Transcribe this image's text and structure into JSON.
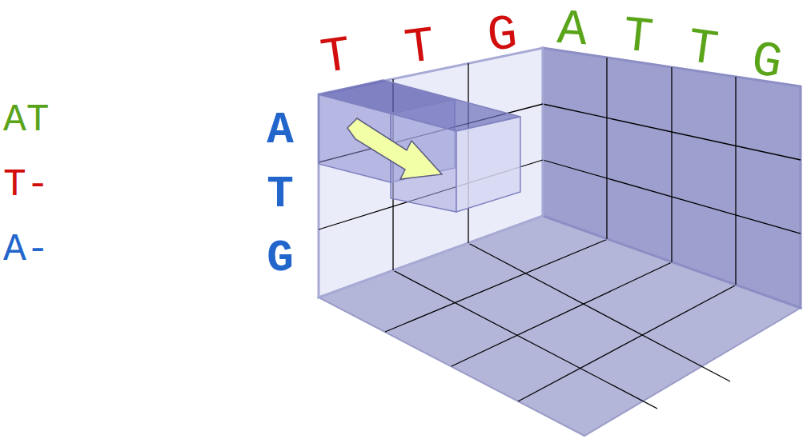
{
  "diagram": {
    "labels": [
      "AT",
      "T-",
      "A-",
      "T",
      "T",
      "G",
      "A",
      "T",
      "T",
      "G",
      "A",
      "T",
      "G"
    ]
  }
}
